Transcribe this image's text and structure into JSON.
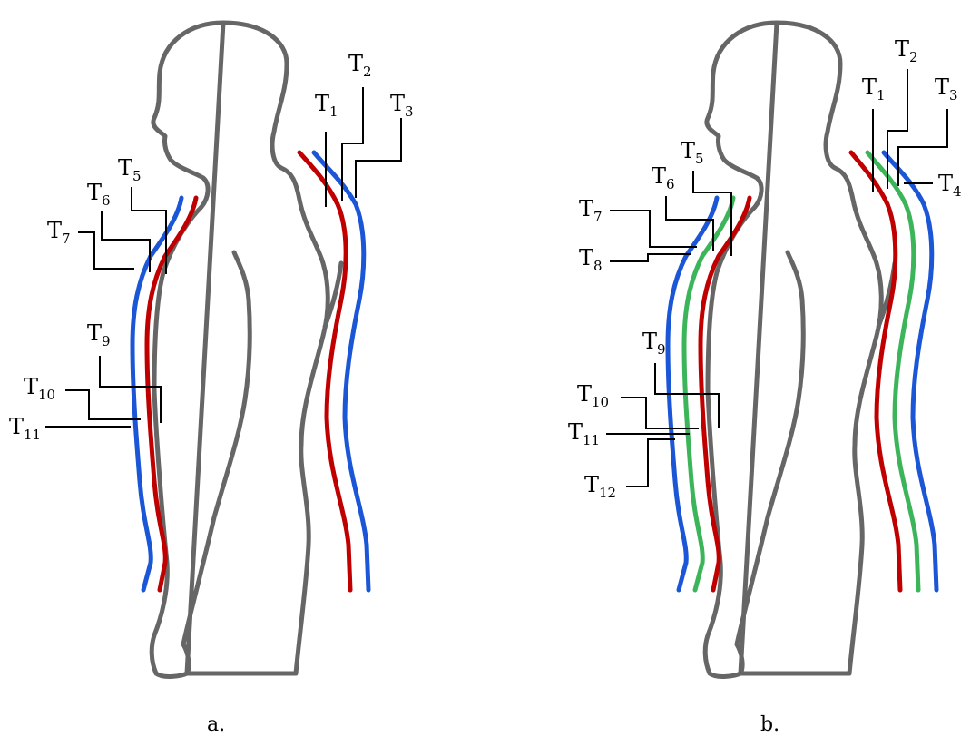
{
  "colors": {
    "outline": "#666666",
    "red": "#c00000",
    "blue": "#1a56d6",
    "green": "#3cb55a"
  },
  "panel_a": {
    "caption": "a.",
    "labels": [
      {
        "id": "T1",
        "letter": "T",
        "sub": "1"
      },
      {
        "id": "T2",
        "letter": "T",
        "sub": "2"
      },
      {
        "id": "T3",
        "letter": "T",
        "sub": "3"
      },
      {
        "id": "T5",
        "letter": "T",
        "sub": "5"
      },
      {
        "id": "T6",
        "letter": "T",
        "sub": "6"
      },
      {
        "id": "T7",
        "letter": "T",
        "sub": "7"
      },
      {
        "id": "T9",
        "letter": "T",
        "sub": "9"
      },
      {
        "id": "T10",
        "letter": "T",
        "sub": "10"
      },
      {
        "id": "T11",
        "letter": "T",
        "sub": "11"
      }
    ]
  },
  "panel_b": {
    "caption": "b.",
    "labels": [
      {
        "id": "T1",
        "letter": "T",
        "sub": "1"
      },
      {
        "id": "T2",
        "letter": "T",
        "sub": "2"
      },
      {
        "id": "T3",
        "letter": "T",
        "sub": "3"
      },
      {
        "id": "T4",
        "letter": "T",
        "sub": "4"
      },
      {
        "id": "T5",
        "letter": "T",
        "sub": "5"
      },
      {
        "id": "T6",
        "letter": "T",
        "sub": "6"
      },
      {
        "id": "T7",
        "letter": "T",
        "sub": "7"
      },
      {
        "id": "T8",
        "letter": "T",
        "sub": "8"
      },
      {
        "id": "T9",
        "letter": "T",
        "sub": "9"
      },
      {
        "id": "T10",
        "letter": "T",
        "sub": "10"
      },
      {
        "id": "T11",
        "letter": "T",
        "sub": "11"
      },
      {
        "id": "T12",
        "letter": "T",
        "sub": "12"
      }
    ]
  }
}
